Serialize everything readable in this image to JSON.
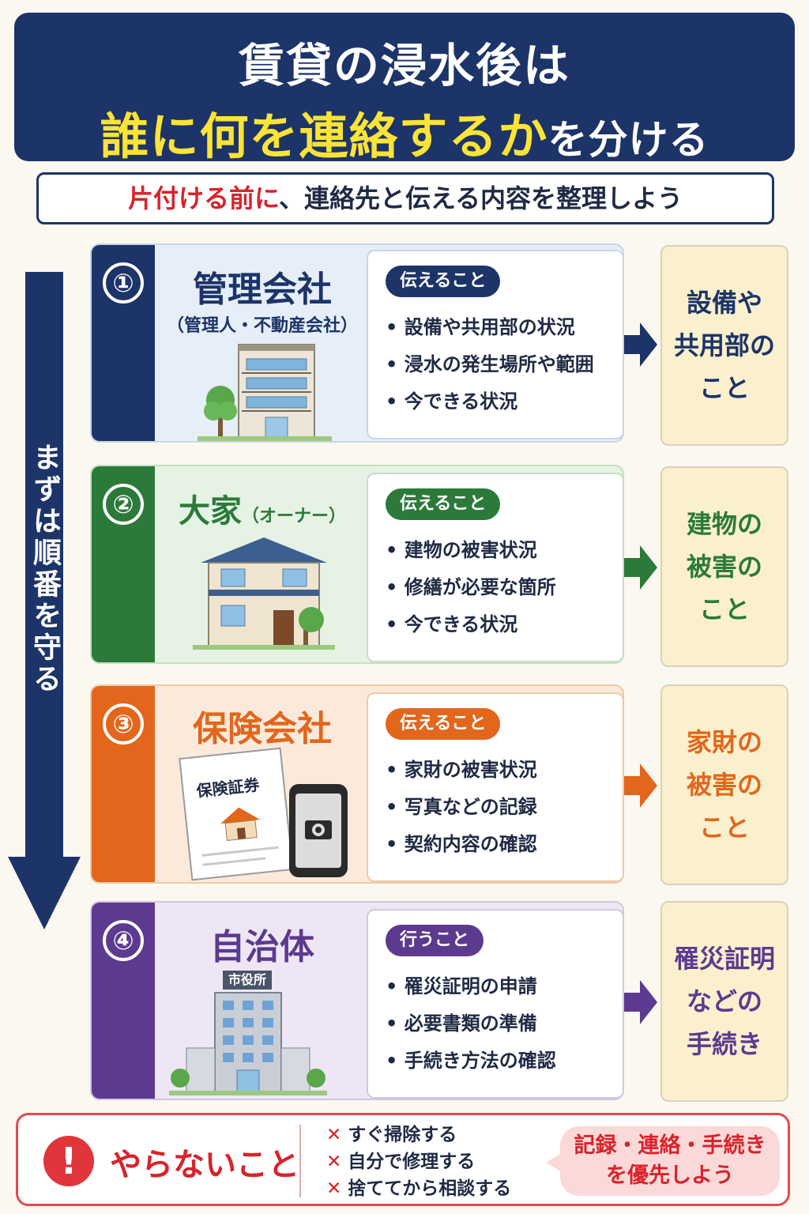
{
  "header": {
    "line1": "賃貸の浸水後は",
    "line2_highlight": "誰に何を連絡するか",
    "line2_tail": "を分ける"
  },
  "subtitle": {
    "red": "片付ける前に",
    "rest": "、連絡先と伝える内容を整理しよう"
  },
  "flow_label": "まずは順番を守る",
  "colors": {
    "navy": "#1c3468",
    "green": "#2b7a3a",
    "orange": "#e2661c",
    "purple": "#5c3a8f",
    "red": "#d8232a"
  },
  "steps": [
    {
      "num": "①",
      "title": "管理会社",
      "subtitle": "（管理人・不動産会社）",
      "pill": "伝えること",
      "items": [
        "• 設備や共用部の状況",
        "• 浸水の発生場所や範囲",
        "• 今できる状況"
      ],
      "result": [
        "設備や",
        "共用部の",
        "こと"
      ]
    },
    {
      "num": "②",
      "title": "大家",
      "subtitle": "（オーナー）",
      "pill": "伝えること",
      "items": [
        "• 建物の被害状況",
        "• 修繕が必要な箇所",
        "• 今できる状況"
      ],
      "result": [
        "建物の",
        "被害の",
        "こと"
      ]
    },
    {
      "num": "③",
      "title": "保険会社",
      "doc_label": "保険証券",
      "pill": "伝えること",
      "items": [
        "• 家財の被害状況",
        "• 写真などの記録",
        "• 契約内容の確認"
      ],
      "result": [
        "家財の",
        "被害の",
        "こと"
      ]
    },
    {
      "num": "④",
      "title": "自治体",
      "sign": "市役所",
      "pill": "行うこと",
      "items": [
        "• 罹災証明の申請",
        "• 必要書類の準備",
        "• 手続き方法の確認"
      ],
      "result": [
        "罹災証明",
        "などの",
        "手続き"
      ]
    }
  ],
  "dont": {
    "label": "やらないこと",
    "mark": "!",
    "x_mark": "✕",
    "items": [
      "すぐ掃除する",
      "自分で修理する",
      "捨ててから相談する"
    ],
    "bubble": [
      "記録・連絡・手続き",
      "を優先しよう"
    ]
  }
}
